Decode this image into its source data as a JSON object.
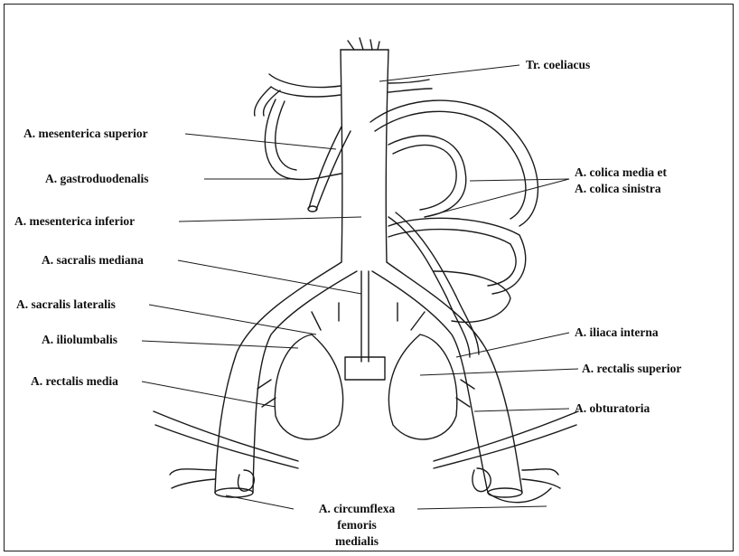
{
  "labels": {
    "tr_coeliacus": "Tr. coeliacus",
    "mesenterica_superior": "A. mesenterica superior",
    "gastroduodenalis": "A. gastroduodenalis",
    "colica_line1": "A. colica media et",
    "colica_line2": "A. colica sinistra",
    "mesenterica_inferior": "A. mesenterica inferior",
    "sacralis_mediana": "A. sacralis mediana",
    "sacralis_lateralis": "A. sacralis lateralis",
    "iliolumbalis": "A. iliolumbalis",
    "iliaca_interna": "A. iliaca interna",
    "rectalis_media": "A. rectalis media",
    "rectalis_superior": "A. rectalis superior",
    "obturatoria": "A. obturatoria",
    "circumflexa_line1": "A. circumflexa",
    "circumflexa_line2": "femoris",
    "circumflexa_line3": "medialis"
  },
  "colors": {
    "ink": "#1a1a1a",
    "paper": "#ffffff"
  }
}
